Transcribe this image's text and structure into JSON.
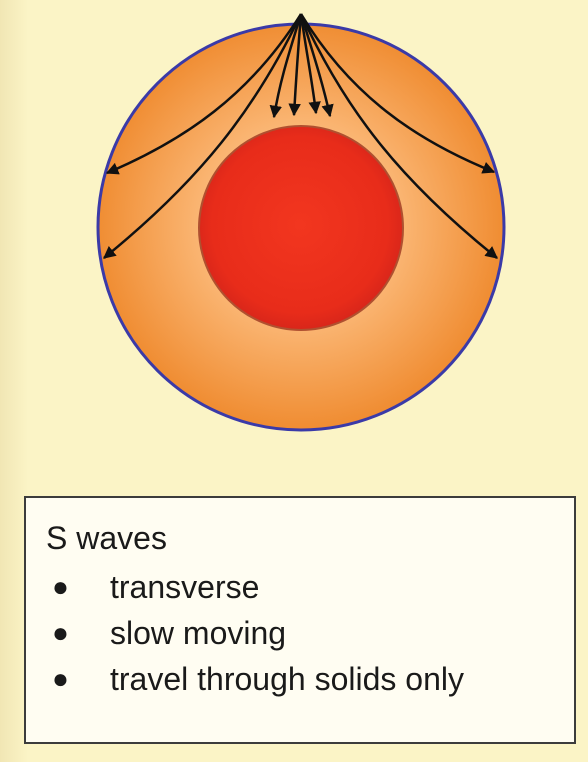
{
  "title": "S waves",
  "properties": [
    "transverse",
    "slow moving",
    "travel through solids only"
  ],
  "colors": {
    "background": "#fbf4c6",
    "mantle_outer": "#f08a2c",
    "mantle_inner": "#fde3c0",
    "core": "#e8281c",
    "outline": "#3a3aa8",
    "wave_lines": "#111111"
  }
}
